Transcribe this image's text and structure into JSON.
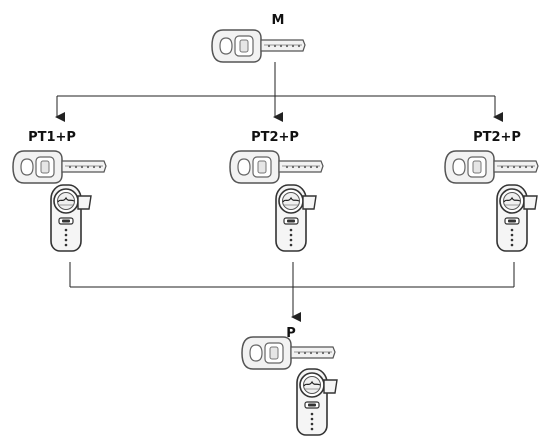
{
  "colors": {
    "line": "#222222",
    "key_fill": "#f2f2f2",
    "key_stroke": "#555555",
    "cylinder_fill": "#f5f5f5",
    "cylinder_stroke": "#333333"
  },
  "nodes": {
    "master": {
      "label": "M",
      "icons": [
        "key-icon"
      ]
    },
    "left": {
      "label": "PT1+P",
      "icons": [
        "key-icon",
        "lock-cylinder-icon"
      ]
    },
    "center": {
      "label": "PT2+P",
      "icons": [
        "key-icon",
        "lock-cylinder-icon"
      ]
    },
    "right": {
      "label": "PT2+P",
      "icons": [
        "key-icon",
        "lock-cylinder-icon"
      ]
    },
    "bottom": {
      "label": "P",
      "icons": [
        "key-icon",
        "lock-cylinder-icon"
      ]
    }
  }
}
